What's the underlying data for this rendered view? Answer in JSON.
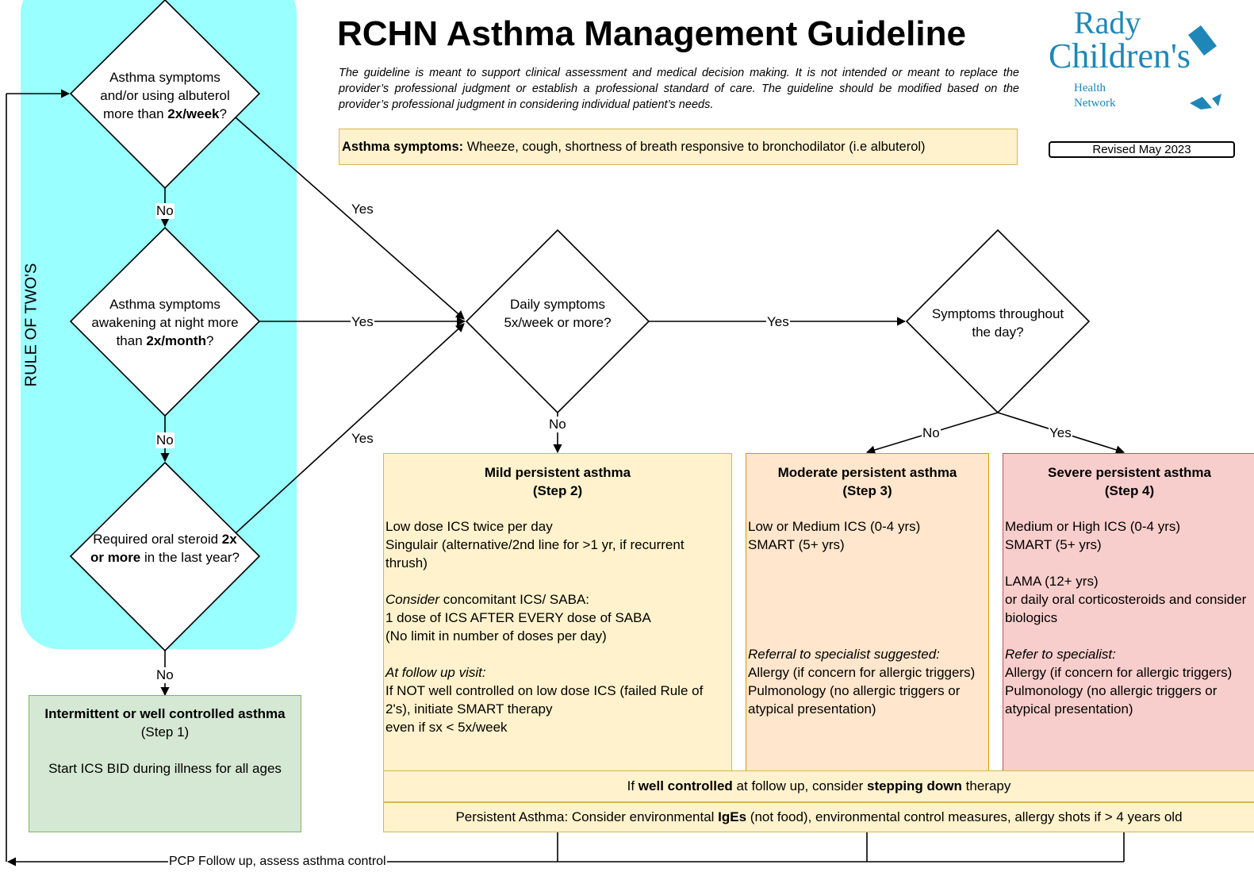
{
  "header": {
    "title": "RCHN Asthma Management Guideline",
    "disclaimer": "The guideline is meant to support clinical assessment and medical decision making.  It is not intended or meant to replace the provider’s professional judgment or establish a professional standard of care.  The guideline should be modified based on the provider’s professional judgment in considering individual patient’s needs.",
    "symptoms_label": "Asthma symptoms:",
    "symptoms_text": " Wheeze, cough, shortness of breath responsive to bronchodilator (i.e albuterol)",
    "revised": "Revised May 2023"
  },
  "logo": {
    "line1": "Rady",
    "line2": "Children's",
    "line3": "Health",
    "line4": "Network"
  },
  "rule_panel": {
    "label": "RULE OF TWO'S"
  },
  "decisions": {
    "q1": {
      "pre": "Asthma symptoms and/or using albuterol more than ",
      "bold": "2x/week",
      "post": "?"
    },
    "q2": {
      "pre": "Asthma symptoms awakening at night more than ",
      "bold": "2x/month",
      "post": "?"
    },
    "q3": {
      "pre": "Required oral steroid ",
      "bold": "2x or more",
      "post": " in the last year?"
    },
    "q4": {
      "text": "Daily symptoms 5x/week or more?"
    },
    "q5": {
      "text": "Symptoms throughout the day?"
    }
  },
  "edge_labels": {
    "no": "No",
    "yes": "Yes",
    "follow_up": "PCP Follow up, assess asthma control"
  },
  "step1": {
    "title": "Intermittent or well controlled asthma",
    "sub": "(Step 1)",
    "body": "Start ICS BID during illness for all ages"
  },
  "step2": {
    "title": "Mild persistent asthma",
    "sub": "(Step 2)",
    "line1": "Low dose ICS twice per day",
    "line2": "Singulair (alternative/2nd line for >1 yr, if recurrent thrush)",
    "consider_em": "Consider",
    "consider_rest": " concomitant ICS/ SABA:",
    "line3": "1 dose of ICS AFTER EVERY dose of SABA",
    "line4": "(No limit in number of doses per day)",
    "followup_em": "At follow up visit:",
    "line5": "If NOT well controlled on low dose ICS (failed Rule of 2's), initiate SMART therapy",
    "line6": "even if sx < 5x/week"
  },
  "step3": {
    "title": "Moderate persistent asthma",
    "sub": "(Step 3)",
    "line1": "Low or Medium ICS (0-4 yrs)",
    "line2": "SMART (5+ yrs)",
    "referral_em": "Referral to specialist suggested:",
    "line3": "Allergy (if concern for allergic triggers)",
    "line4": "Pulmonology (no allergic triggers or atypical presentation)"
  },
  "step4": {
    "title": "Severe persistent asthma",
    "sub": "(Step 4)",
    "line1": "Medium or High ICS (0-4 yrs)",
    "line2": "SMART (5+ yrs)",
    "line3": "LAMA (12+ yrs)",
    "line4": "or daily oral corticosteroids and consider biologics",
    "refer_em": "Refer to specialist:",
    "line5": "Allergy (if concern for allergic triggers)",
    "line6": "Pulmonology (no allergic triggers or atypical presentation)"
  },
  "bars": {
    "stepdown_pre": "If ",
    "stepdown_b1": "well controlled",
    "stepdown_mid": " at follow up, consider ",
    "stepdown_b2": "stepping down",
    "stepdown_post": " therapy",
    "ige_pre": "Persistent Asthma: Consider environmental ",
    "ige_bold": "IgEs",
    "ige_post": " (not food), environmental control measures, allergy shots if > 4 years old"
  },
  "colors": {
    "rule_panel": "#99FFFF",
    "step1_fill": "#D5E8D4",
    "step1_border": "#82B366",
    "step2_fill": "#FFF2CC",
    "step2_border": "#D6B656",
    "step3_fill": "#FFE6CC",
    "step3_border": "#D79B00",
    "step4_fill": "#F8CECC",
    "step4_border": "#B85450",
    "logo_teal": "#1E87B8"
  }
}
